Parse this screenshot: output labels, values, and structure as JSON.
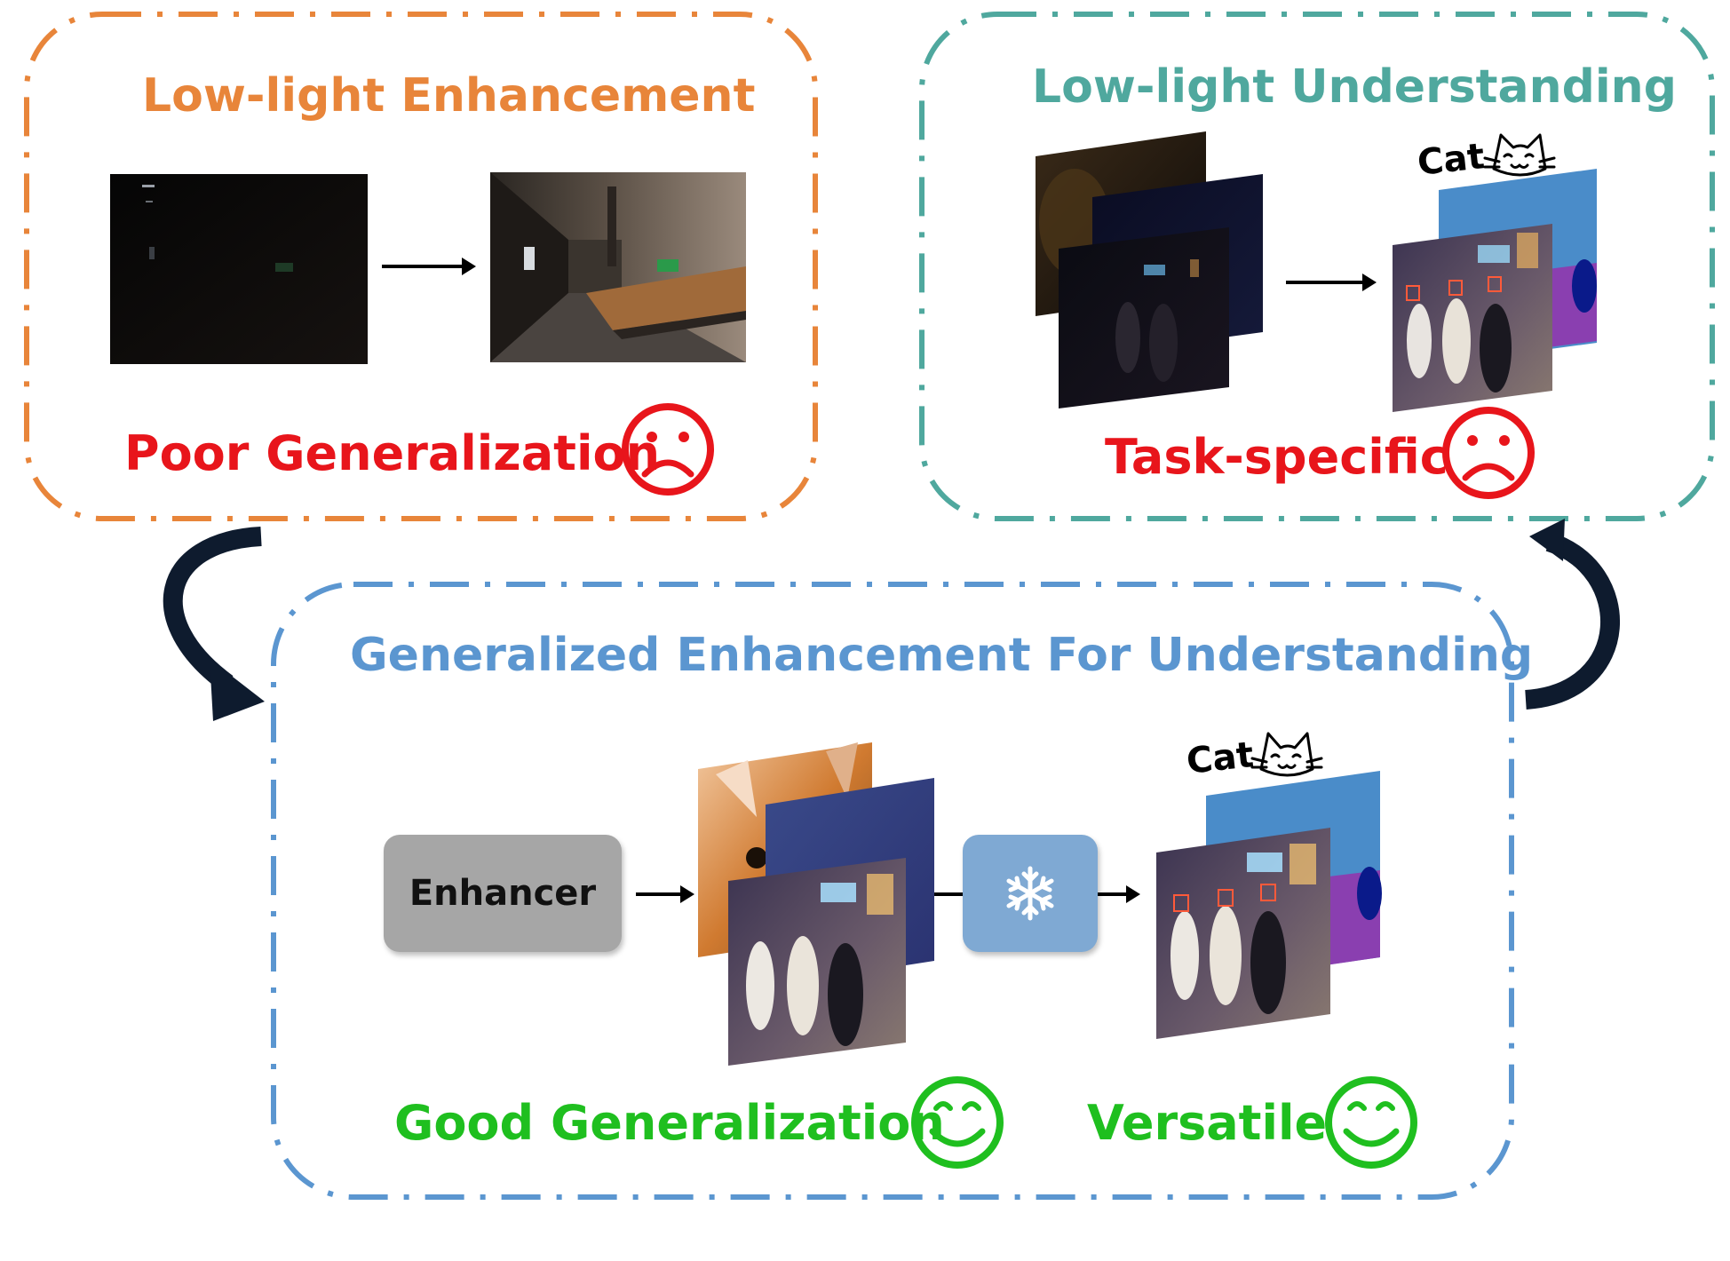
{
  "panels": {
    "enhancement": {
      "title": "Low-light Enhancement",
      "verdict": "Poor Generalization",
      "face": "sad-face-icon",
      "border_color": "#e8853a",
      "title_color": "#e8853a"
    },
    "understanding": {
      "title": "Low-light Understanding",
      "verdict": "Task-specific",
      "face": "sad-face-icon",
      "task_label": "Cat",
      "border_color": "#4fa89e",
      "title_color": "#4fa89e"
    },
    "generalized": {
      "title": "Generalized Enhancement For Understanding",
      "enhancer_label": "Enhancer",
      "task_label": "Cat",
      "verdict_left": "Good Generalization",
      "verdict_right": "Versatile",
      "face": "smile-face-icon",
      "freeze_icon": "snowflake-icon",
      "border_color": "#5b96d0",
      "title_color": "#5b96d0"
    }
  },
  "colors": {
    "negative": "#e8151b",
    "positive": "#1fbf1f",
    "curved_arrow": "#0e1b2e",
    "mask_blue": "#4a8cc9",
    "mask_purple": "#8a3fb0",
    "mask_navy": "#0a1a8a"
  }
}
